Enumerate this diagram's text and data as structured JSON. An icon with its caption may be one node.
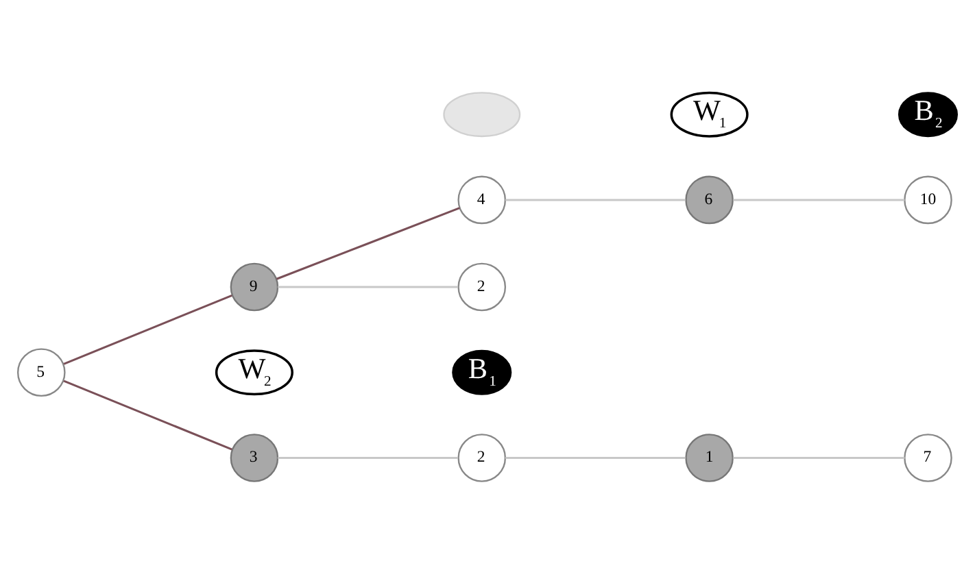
{
  "diagram": {
    "nodes": [
      {
        "text": [],
        "shape": "ellipse"
      },
      {
        "text": [
          "W$_{1}$"
        ]
      },
      {
        "text": [
          "B$_{2}$"
        ]
      },
      {
        "text": [
          "4"
        ]
      },
      {
        "text": [
          "6"
        ]
      },
      {
        "text": [
          "10"
        ]
      },
      {
        "text": [
          "9"
        ]
      },
      {
        "text": [
          "2"
        ]
      },
      {
        "text": [
          "5"
        ]
      },
      {
        "text": [
          "W$_{2}$"
        ]
      },
      {
        "text": [
          "B$_{1}$"
        ]
      },
      {
        "text": [
          "3"
        ]
      },
      {
        "text": [
          "2"
        ]
      },
      {
        "text": [
          "1"
        ]
      },
      {
        "text": [
          "7"
        ]
      }
    ],
    "edges": [
      {
        "from": 8,
        "to": 6,
        "arrow": "none",
        "color": "#7a5058"
      },
      {
        "from": 6,
        "to": 3,
        "arrow": "none",
        "color": "#7a5058"
      },
      {
        "from": 6,
        "to": 7,
        "arrow": "none"
      },
      {
        "from": 8,
        "to": 11,
        "arrow": "none",
        "color": "#7a5058"
      },
      {
        "from": 11,
        "to": 12,
        "arrow": "none"
      },
      {
        "from": 12,
        "to": 13,
        "arrow": "none"
      },
      {
        "from": 13,
        "to": 14,
        "arrow": "none"
      },
      {
        "from": 3,
        "to": 4,
        "arrow": "none"
      },
      {
        "from": 4,
        "to": 5,
        "arrow": "none"
      }
    ]
  }
}
